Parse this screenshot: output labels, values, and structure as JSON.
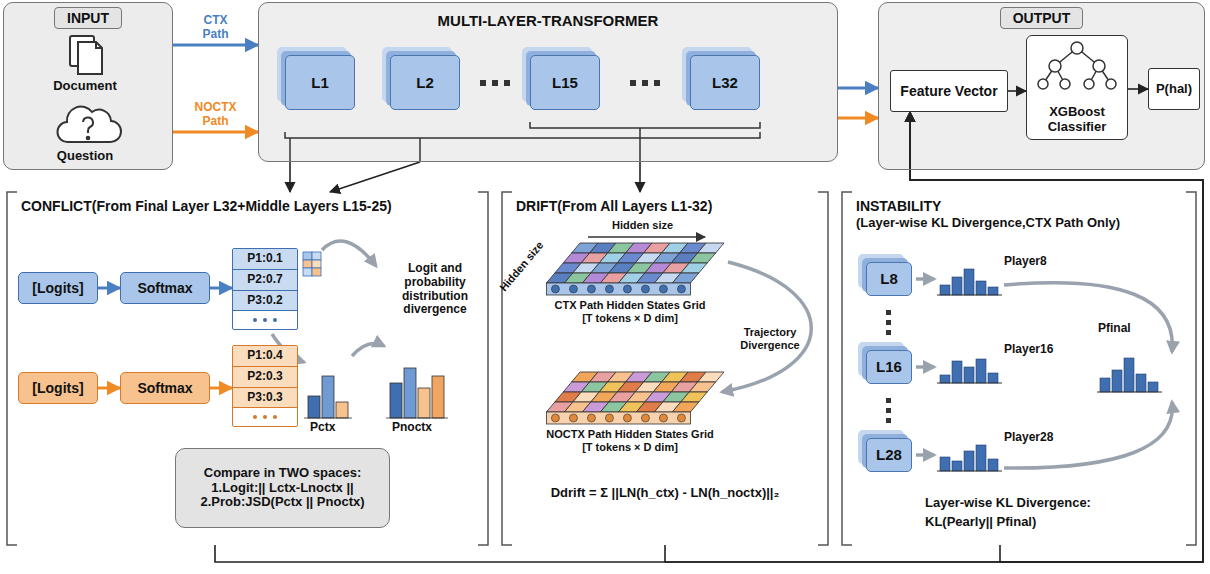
{
  "diagram": {
    "nodes": [
      {
        "text": [
          "INPUT"
        ]
      },
      {
        "text": [
          "Document"
        ],
        "in": 0
      },
      {
        "text": [
          "Question"
        ],
        "in": 0
      },
      {
        "text": [
          "MULTI-LAYER-TRANSFORMER"
        ]
      },
      {
        "text": [
          "L1"
        ],
        "in": 3
      },
      {
        "text": [
          "L2"
        ],
        "in": 3
      },
      {
        "text": [
          "L15"
        ],
        "in": 3
      },
      {
        "text": [
          "L32"
        ],
        "in": 3
      },
      {
        "text": [
          "OUTPUT"
        ]
      },
      {
        "text": [
          "Feature Vector"
        ],
        "in": 8
      },
      {
        "text": [
          "XGBoost Classifier"
        ],
        "in": 8
      },
      {
        "text": [
          "P(hal)"
        ],
        "in": 8
      },
      {
        "text": [
          "CONFLICT(From Final Layer L32+Middle Layers L15-25)"
        ]
      },
      {
        "text": [
          "[Logits]"
        ],
        "in": 12
      },
      {
        "text": [
          "Softmax"
        ],
        "in": 12
      },
      {
        "text": [
          "P1:0.1",
          "P2:0.7",
          "P3:0.2"
        ],
        "in": 12
      },
      {
        "text": [
          "[Logits]"
        ],
        "in": 12
      },
      {
        "text": [
          "Softmax"
        ],
        "in": 12
      },
      {
        "text": [
          "P1:0.4",
          "P2:0.3",
          "P3:0.3"
        ],
        "in": 12
      },
      {
        "text": [
          "Compare in TWO spaces:",
          "1.Logit:|| Lctx-Lnoctx ||",
          "2.Prob:JSD(Pctx || Pnoctx)"
        ],
        "in": 12
      },
      {
        "text": [
          "DRIFT(From All Layers L1-32)"
        ]
      },
      {
        "text": [
          "INSTABILITY",
          "(Layer-wise KL Divergence,CTX Path Only)"
        ]
      },
      {
        "text": [
          "L8"
        ],
        "in": 21
      },
      {
        "text": [
          "L16"
        ],
        "in": 21
      },
      {
        "text": [
          "L28"
        ],
        "in": 21
      }
    ],
    "edges": [
      {
        "from": 0,
        "to": 3,
        "label": "CTX Path",
        "arrow": "to"
      },
      {
        "from": 0,
        "to": 3,
        "label": "NOCTX Path",
        "arrow": "to"
      },
      {
        "from": 3,
        "to": 8,
        "arrow": "to"
      },
      {
        "from": 3,
        "to": 8,
        "arrow": "to"
      },
      {
        "from": 3,
        "to": 12,
        "arrow": "to"
      },
      {
        "from": 3,
        "to": 12,
        "arrow": "to"
      },
      {
        "from": 3,
        "to": 20,
        "arrow": "to"
      },
      {
        "from": 9,
        "to": 10,
        "arrow": "to"
      },
      {
        "from": 10,
        "to": 11,
        "arrow": "to"
      },
      {
        "from": 13,
        "to": 14,
        "arrow": "to"
      },
      {
        "from": 14,
        "to": 15,
        "arrow": "to"
      },
      {
        "from": 16,
        "to": 17,
        "arrow": "to"
      },
      {
        "from": 17,
        "to": 18,
        "arrow": "to"
      },
      {
        "from": 12,
        "to": 9,
        "arrow": "to"
      },
      {
        "from": 20,
        "to": 9,
        "arrow": "to"
      },
      {
        "from": 21,
        "to": 9,
        "arrow": "to"
      }
    ],
    "labels": [
      "Hidden size",
      "Hidden size",
      "CTX Path Hidden States Grid",
      "[T tokens × D dim]",
      "Trajectory Divergence",
      "NOCTX Path Hidden States Grid",
      "[T tokens × D dim]",
      "Ddrift = Σ ||LN(h_ctx) - LN(h_noctx)||₂",
      "Logit and probability distribution divergence",
      "Pctx",
      "Pnoctx",
      "Player8",
      "Player16",
      "Player28",
      "Pfinal",
      "Layer-wise KL Divergence:",
      "KL(Pearly|| Pfinal)"
    ]
  }
}
